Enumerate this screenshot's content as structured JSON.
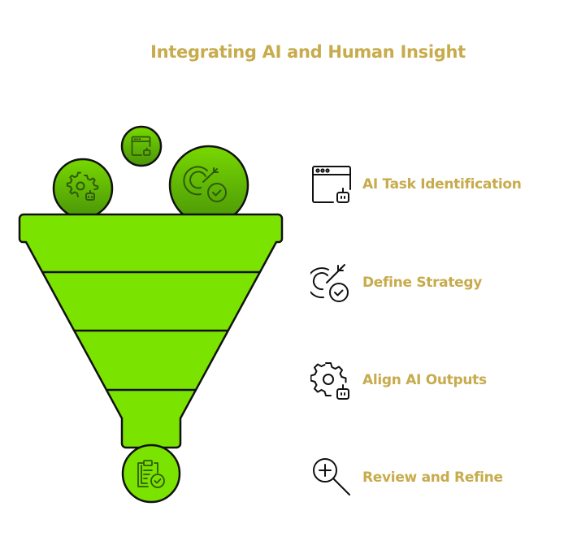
{
  "title": "Integrating AI and Human Insight",
  "colors": {
    "title": "#c7ab4c",
    "label": "#c7ab4c",
    "funnel_fill": "#7be300",
    "circle_top": "#76d600",
    "circle_bottom": "#4c9a08",
    "outline": "#111111",
    "icon_on_green": "#2f5a0a"
  },
  "funnel": {
    "bands": 4,
    "spout_icon": "clipboard-check-icon",
    "inputs": [
      {
        "icon": "gear-robot-icon"
      },
      {
        "icon": "browser-robot-icon"
      },
      {
        "icon": "target-check-icon"
      }
    ]
  },
  "steps": [
    {
      "label": "AI Task Identification",
      "icon": "browser-robot-icon"
    },
    {
      "label": "Define Strategy",
      "icon": "target-check-icon"
    },
    {
      "label": "Align AI Outputs",
      "icon": "gear-robot-icon"
    },
    {
      "label": "Review and Refine",
      "icon": "zoom-in-icon"
    }
  ]
}
